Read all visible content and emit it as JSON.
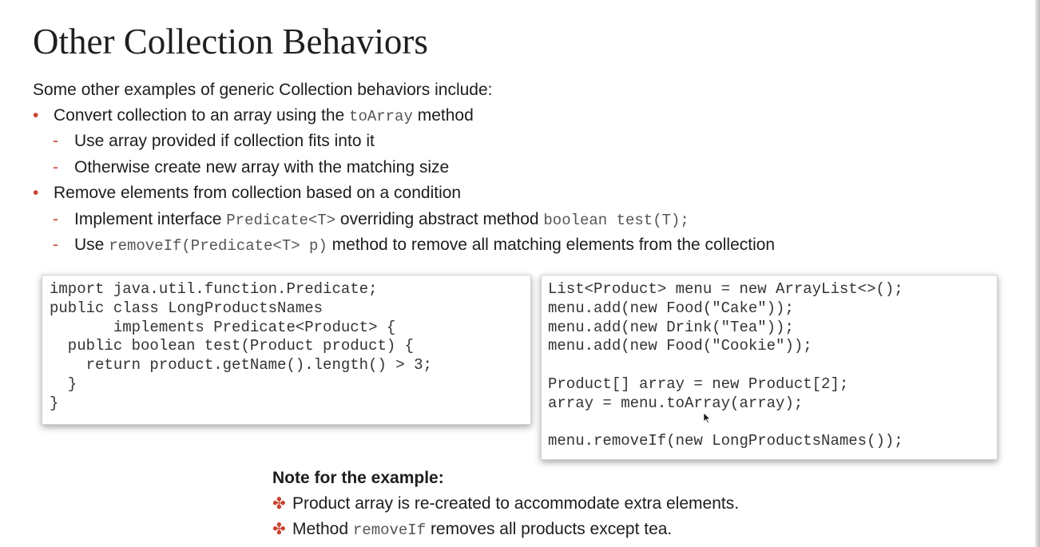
{
  "slide": {
    "title": "Other Collection Behaviors",
    "intro": "Some other examples of generic Collection behaviors include:",
    "bullets": [
      {
        "marker": "•",
        "text_before": "Convert collection to an array using the ",
        "code": "toArray",
        "text_after": " method",
        "sub": [
          {
            "marker": "-",
            "text": "Use array provided if collection fits into it"
          },
          {
            "marker": "-",
            "text": "Otherwise create new array with the matching size"
          }
        ]
      },
      {
        "marker": "•",
        "text": "Remove elements from collection based on a condition",
        "sub": [
          {
            "marker": "-",
            "text_before": "Implement interface ",
            "code1": "Predicate<T>",
            "text_middle": " overriding abstract method ",
            "code2": "boolean test(T);"
          },
          {
            "marker": "-",
            "text_before": "Use ",
            "code": "removeIf(Predicate<T> p)",
            "text_after": " method to remove all matching elements from the collection"
          }
        ]
      }
    ],
    "code_left": "import java.util.function.Predicate;\npublic class LongProductsNames\n       implements Predicate<Product> {\n  public boolean test(Product product) {\n    return product.getName().length() > 3;\n  }\n}",
    "code_right": "List<Product> menu = new ArrayList<>();\nmenu.add(new Food(\"Cake\"));\nmenu.add(new Drink(\"Tea\"));\nmenu.add(new Food(\"Cookie\"));\n\nProduct[] array = new Product[2];\narray = menu.toArray(array);\n\nmenu.removeIf(new LongProductsNames());",
    "note": {
      "heading": "Note for the example:",
      "marker": "✤",
      "items": [
        {
          "text": "Product array is re-created to accommodate extra elements."
        },
        {
          "text_before": "Method ",
          "code": "removeIf",
          "text_after": " removes all products except tea."
        }
      ]
    }
  },
  "colors": {
    "accent": "#c74634",
    "text": "#1d1d1d",
    "code_inline": "#555555"
  }
}
